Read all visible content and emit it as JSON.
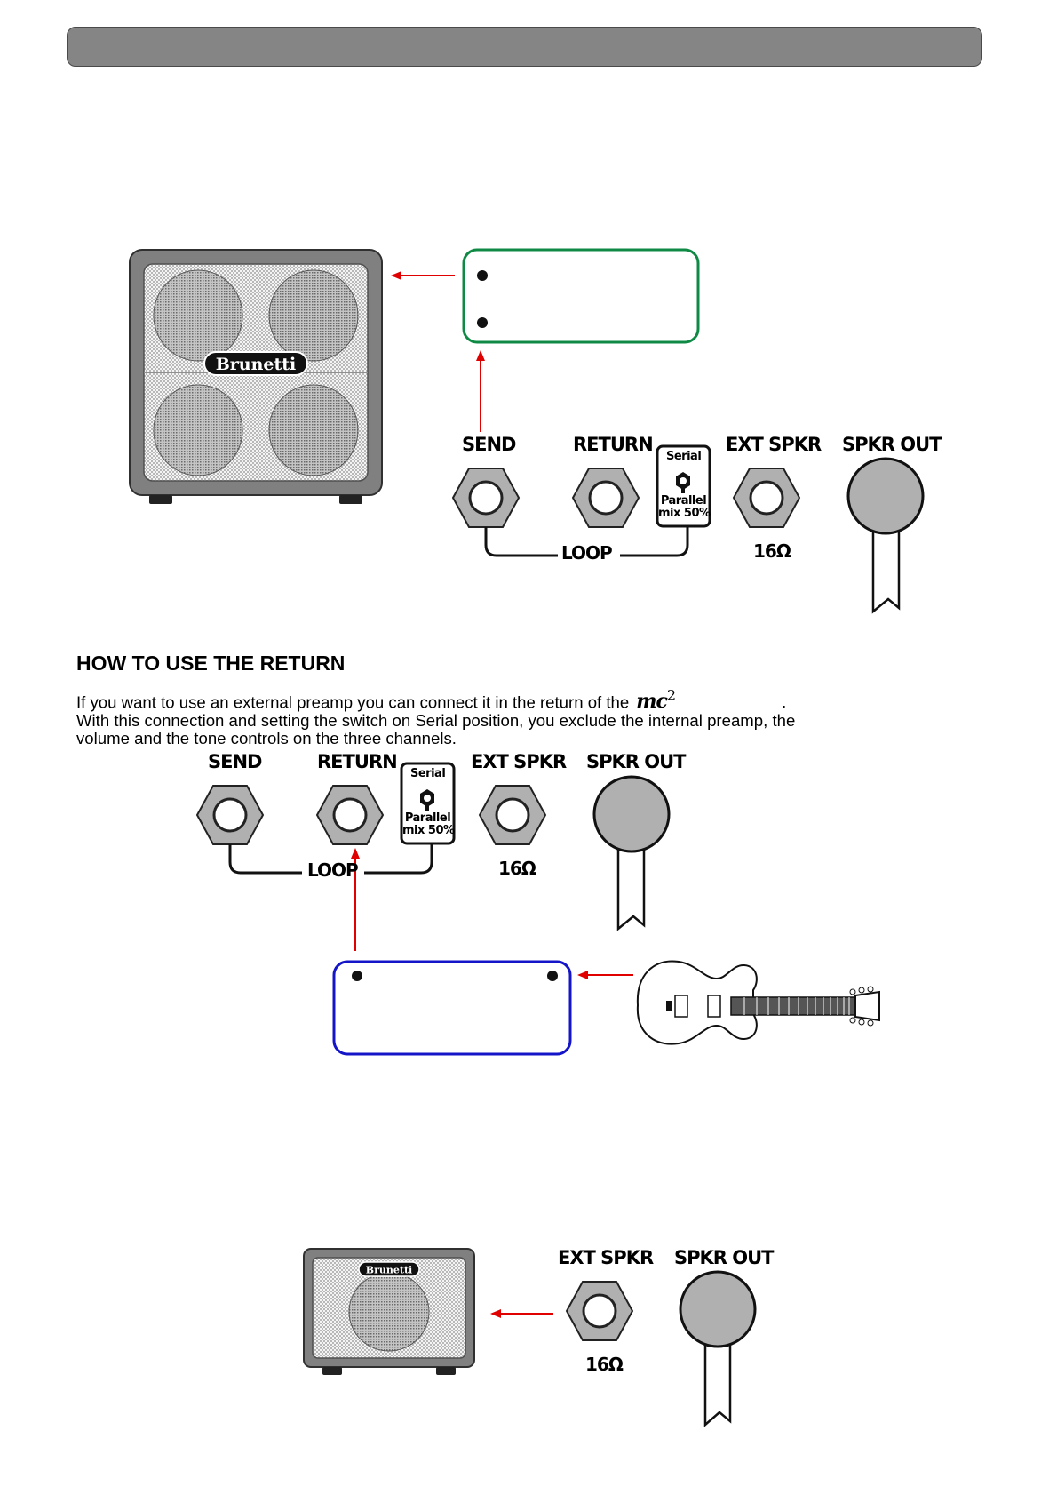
{
  "header": {
    "title": ""
  },
  "panel_labels": {
    "send": "SEND",
    "return": "RETURN",
    "ext_spkr": "EXT SPKR",
    "spkr_out": "SPKR OUT",
    "loop": "LOOP",
    "impedance": "16Ω",
    "switch_top": "Serial",
    "switch_bottom_1": "Parallel",
    "switch_bottom_2": "mix 50%"
  },
  "cabinet_logo": "Brunetti",
  "section": {
    "title": "HOW TO USE THE RETURN",
    "line1": "If you want to use an external preamp you can connect it in the return of the",
    "logo_text": "mc",
    "logo_sup": "2",
    "line1_end": ".",
    "line2": "With this connection and setting the switch on Serial position, you exclude the internal preamp, the",
    "line3": "volume and the tone controls on the three channels."
  },
  "colors": {
    "header_bar": "#858585",
    "green_box": "#0f8a45",
    "blue_box": "#1414c8",
    "arrow": "#e00000",
    "jack_fill": "#b0b0b0",
    "cabinet": "#808080"
  }
}
